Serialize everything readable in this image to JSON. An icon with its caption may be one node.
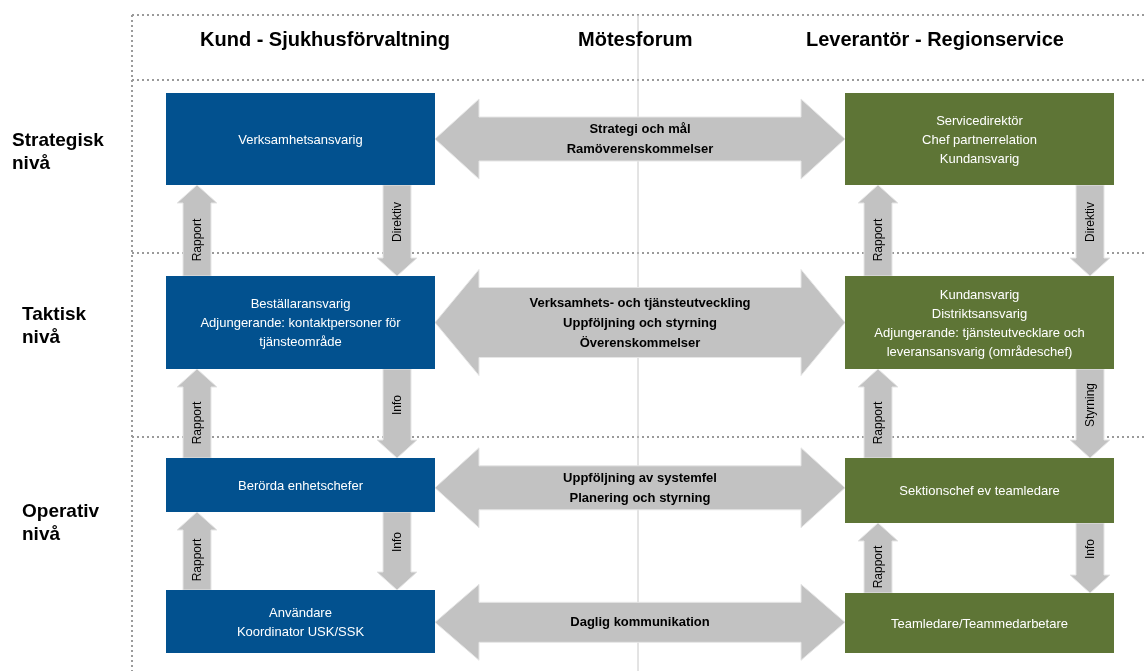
{
  "diagram": {
    "nodes": [
      {
        "text": [
          "Verksamhetsansvarig"
        ]
      },
      {
        "text": [
          "Beställaransvarig",
          "Adjungerande: kontaktpersoner för tjänsteområde"
        ]
      },
      {
        "text": [
          "Berörda enhetschefer"
        ]
      },
      {
        "text": [
          "Användare",
          "Koordinator USK/SSK"
        ]
      },
      {
        "text": [
          "Servicedirektör",
          "Chef partnerrelation",
          "Kundansvarig"
        ]
      },
      {
        "text": [
          "Kundansvarig",
          "Distriktsansvarig",
          "Adjungerande: tjänsteutvecklare och leveransansvarig (områdeschef)"
        ]
      },
      {
        "text": [
          "Sektionschef ev teamledare"
        ]
      },
      {
        "text": [
          "Teamledare/Teammedarbetare"
        ]
      }
    ],
    "edges": [
      {
        "from": 0,
        "to": 4,
        "arrow": "both",
        "label": "Strategi och mål Ramöverenskommelser"
      },
      {
        "from": 1,
        "to": 0,
        "arrow": "to",
        "label": "Rapport"
      },
      {
        "from": 0,
        "to": 1,
        "arrow": "to",
        "label": "Direktiv"
      },
      {
        "from": 5,
        "to": 4,
        "arrow": "to",
        "label": "Rapport"
      },
      {
        "from": 4,
        "to": 5,
        "arrow": "to",
        "label": "Direktiv"
      },
      {
        "from": 1,
        "to": 5,
        "arrow": "both",
        "label": "Verksamhets- och tjänsteutveckling Uppföljning och styrning Överenskommelser"
      },
      {
        "from": 2,
        "to": 1,
        "arrow": "to",
        "label": "Rapport"
      },
      {
        "from": 1,
        "to": 2,
        "arrow": "to",
        "label": "Info"
      },
      {
        "from": 6,
        "to": 5,
        "arrow": "to",
        "label": "Rapport"
      },
      {
        "from": 5,
        "to": 6,
        "arrow": "to",
        "label": "Styrning"
      },
      {
        "from": 2,
        "to": 6,
        "arrow": "both",
        "label": "Uppföljning av systemfel Planering och styrning"
      },
      {
        "from": 3,
        "to": 2,
        "arrow": "to",
        "label": "Rapport"
      },
      {
        "from": 2,
        "to": 3,
        "arrow": "to",
        "label": "Info"
      },
      {
        "from": 7,
        "to": 6,
        "arrow": "to",
        "label": "Rapport"
      },
      {
        "from": 6,
        "to": 7,
        "arrow": "to",
        "label": "Info"
      },
      {
        "from": 3,
        "to": 7,
        "arrow": "both",
        "label": "Daglig kommunikation"
      }
    ],
    "labels": [
      "Kund - Sjukhusförvaltning",
      "Mötesforum",
      "Leverantör - Regionservice",
      "Strategisk nivå",
      "Taktisk nivå",
      "Operativ nivå"
    ]
  }
}
